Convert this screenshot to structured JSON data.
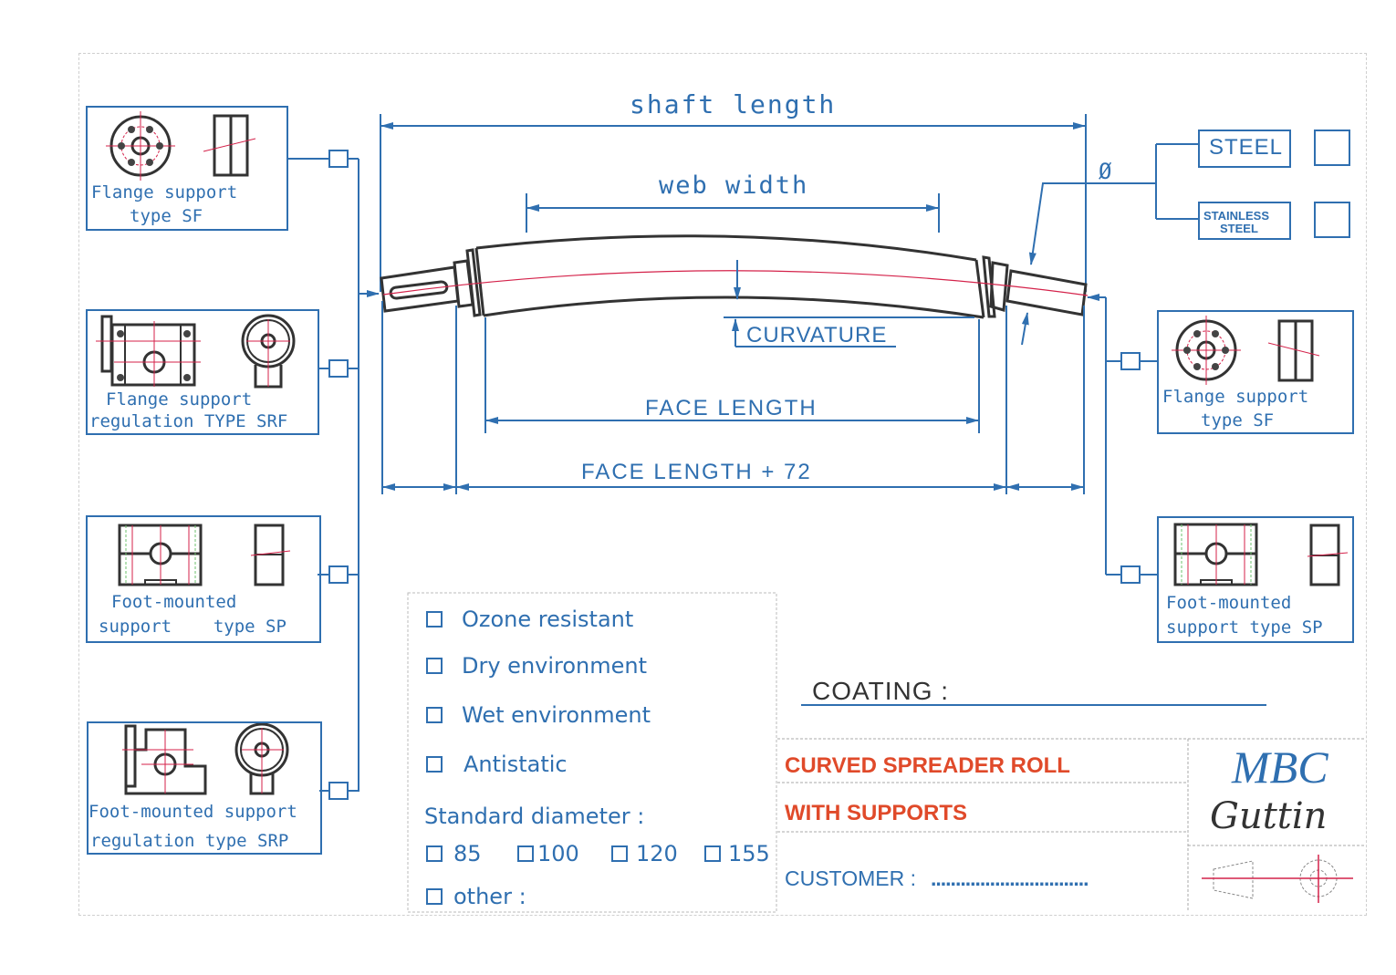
{
  "dimensions": {
    "shaft_length": "shaft length",
    "web_width": "web width",
    "curvature": "CURVATURE",
    "face_length": "FACE LENGTH",
    "face_length_plus": "FACE LENGTH + 72",
    "diameter_symbol": "Ø"
  },
  "material": {
    "options": [
      {
        "label": "STEEL",
        "checked": false
      },
      {
        "label": "STAINLESS STEEL",
        "line1": "STAINLESS",
        "line2": "STEEL",
        "checked": false
      }
    ]
  },
  "left_supports": [
    {
      "line1": "Flange support",
      "line2": "type SF",
      "checked": false
    },
    {
      "line1": "Flange support",
      "line2": "regulation TYPE SRF",
      "checked": false
    },
    {
      "line1": "Foot-mounted",
      "line2": "support    type SP",
      "checked": false
    },
    {
      "line1": "Foot-mounted support",
      "line2": "regulation type SRP",
      "checked": false
    }
  ],
  "right_supports": [
    {
      "line1": "Flange support",
      "line2": "type SF",
      "checked": false
    },
    {
      "line1": "Foot-mounted",
      "line2": "support type SP",
      "checked": false
    }
  ],
  "options": {
    "environment": [
      {
        "label": "Ozone resistant",
        "checked": false
      },
      {
        "label": "Dry environment",
        "checked": false
      },
      {
        "label": "Wet environment",
        "checked": false
      },
      {
        "label": "Antistatic",
        "checked": false
      }
    ],
    "standard_diameter_label": "Standard diameter :",
    "diameters": [
      {
        "label": "85",
        "checked": false
      },
      {
        "label": "100",
        "checked": false
      },
      {
        "label": "120",
        "checked": false
      },
      {
        "label": "155",
        "checked": false
      }
    ],
    "other_label": "other :"
  },
  "coating": {
    "label": "COATING :",
    "value": ""
  },
  "title_block": {
    "title_line1": "CURVED SPREADER ROLL",
    "title_line2": "WITH SUPPORTS",
    "customer_label": "CUSTOMER :",
    "customer_value": "................................",
    "brand_line1": "MBC",
    "brand_line2": "Guttin"
  },
  "colors": {
    "line_blue": "#2f6fb0",
    "title_red": "#e04a2a",
    "centerline_red": "#d4224a",
    "outline_dark": "#333333"
  }
}
